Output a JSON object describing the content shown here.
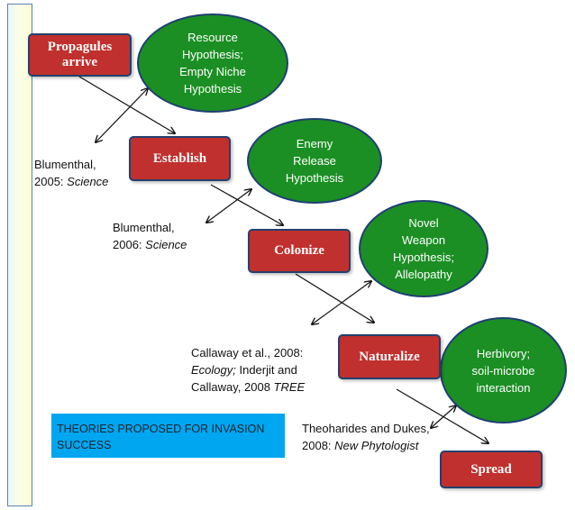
{
  "stages": {
    "propagules": "Propagules arrive",
    "establish": "Establish",
    "colonize": "Colonize",
    "naturalize": "Naturalize",
    "spread": "Spread"
  },
  "hypotheses": {
    "resource": [
      "Resource",
      "Hypothesis;",
      "Empty Niche",
      "Hypothesis"
    ],
    "enemy": [
      "Enemy",
      "Release",
      "Hypothesis"
    ],
    "novel": [
      "Novel",
      "Weapon",
      "Hypothesis;",
      "Allelopathy"
    ],
    "herbivory": [
      "Herbivory;",
      "soil-microbe",
      "interaction"
    ]
  },
  "citations": {
    "c1": {
      "line1": "Blumenthal,",
      "line2_prefix": "2005: ",
      "line2_italic": "Science"
    },
    "c2": {
      "line1": "Blumenthal,",
      "line2_prefix": "2006: ",
      "line2_italic": "Science"
    },
    "c3": {
      "line1": "Callaway et al., 2008:",
      "line2_italic": "Ecology;",
      "line2_suffix": " Inderjit and",
      "line3_prefix": "Callaway, 2008 ",
      "line3_italic": "TREE"
    },
    "c4": {
      "line1": "Theoharides and Dukes,",
      "line2_prefix": "2008: ",
      "line2_italic": "New Phytologist"
    }
  },
  "banner": "THEORIES PROPOSED FOR INVASION SUCCESS",
  "colors": {
    "stage_fill": "#c0302e",
    "stage_border": "#24406e",
    "hypothesis_fill": "#1b8f23",
    "banner_fill": "#00a6f0"
  }
}
